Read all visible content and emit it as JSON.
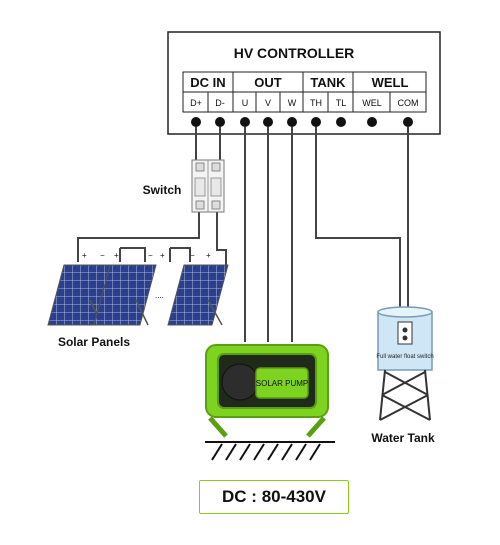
{
  "controller": {
    "title": "HV CONTROLLER",
    "groups": [
      "DC IN",
      "OUT",
      "TANK",
      "WELL"
    ],
    "terminals": [
      "D+",
      "D-",
      "U",
      "V",
      "W",
      "TH",
      "TL",
      "WEL",
      "COM"
    ]
  },
  "labels": {
    "switch": "Switch",
    "solar_panels": "Solar Panels",
    "water_tank": "Water Tank",
    "pump_brand": "SOLAR PUMP",
    "float_switch": "Full water float switch",
    "ellipsis": "....",
    "plus": "+",
    "minus": "−"
  },
  "dc_spec": "DC : 80-430V",
  "colors": {
    "pump_green": "#7ed321",
    "pump_frame": "#5a9e12",
    "panel_blue": "#2b3f8c",
    "tank_blue": "#cfe6f7",
    "dc_border": "#8ecb1c"
  }
}
